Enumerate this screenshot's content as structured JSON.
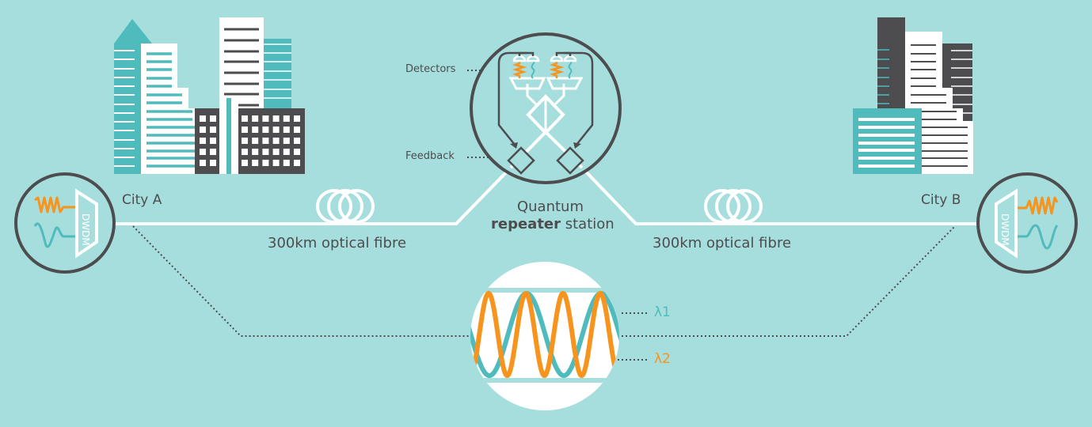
{
  "colors": {
    "background": "#a6dedd",
    "teal": "#50bbbd",
    "orange": "#f7941d",
    "dark": "#4d4d4f",
    "white": "#ffffff"
  },
  "city_a": {
    "label": "City A"
  },
  "city_b": {
    "label": "City B"
  },
  "fibre_left": {
    "label": "300km optical fibre"
  },
  "fibre_right": {
    "label": "300km optical fibre"
  },
  "repeater": {
    "title_line1": "Quantum",
    "title_bold": "repeater",
    "title_rest": " station",
    "detectors_label": "Detectors",
    "feedback_label": "Feedback"
  },
  "dwdm_left": {
    "label": "DWDM"
  },
  "dwdm_right": {
    "label": "DWDM"
  },
  "wavelengths": {
    "lambda1": "λ1",
    "lambda2": "λ2"
  }
}
